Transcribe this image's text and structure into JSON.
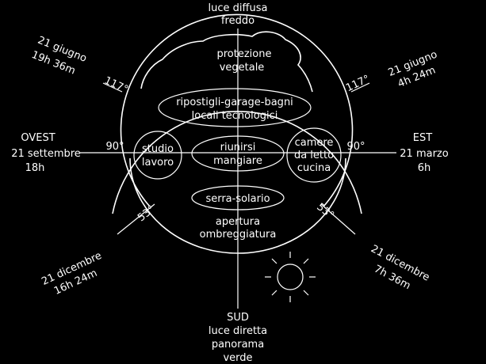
{
  "top": {
    "line1": "luce diffusa",
    "line2": "freddo"
  },
  "bottom": {
    "line1": "SUD",
    "line2": "luce diretta",
    "line3": "panorama",
    "line4": "verde"
  },
  "west": {
    "line1": "OVEST",
    "line2": "21 settembre",
    "line3": "18h"
  },
  "east": {
    "line1": "EST",
    "line2": "21 marzo",
    "line3": "6h"
  },
  "sun_nw": {
    "line1": "21 giugno",
    "line2": "19h 36m"
  },
  "sun_ne": {
    "line1": "21 giugno",
    "line2": "4h 24m"
  },
  "sun_sw": {
    "line1": "21 dicembre",
    "line2": "16h 24m"
  },
  "sun_se": {
    "line1": "21 dicembre",
    "line2": "7h 36m"
  },
  "angles": {
    "nw": "117°",
    "ne": "117°",
    "w": "90°",
    "e": "90°",
    "sw": "53°",
    "se": "53°"
  },
  "zones": {
    "protection": {
      "line1": "protezione",
      "line2": "vegetale"
    },
    "services": {
      "line1": "ripostigli-garage-bagni",
      "line2": "locali tecnologici"
    },
    "study": {
      "line1": "studio",
      "line2": "lavoro"
    },
    "living": {
      "line1": "riunirsi",
      "line2": "mangiare"
    },
    "bedrooms": {
      "line1": "camere",
      "line2": "da letto",
      "line3": "cucina"
    },
    "greenhouse": {
      "label": "serra-solario"
    },
    "opening": {
      "line1": "apertura",
      "line2": "ombreggiatura"
    }
  }
}
